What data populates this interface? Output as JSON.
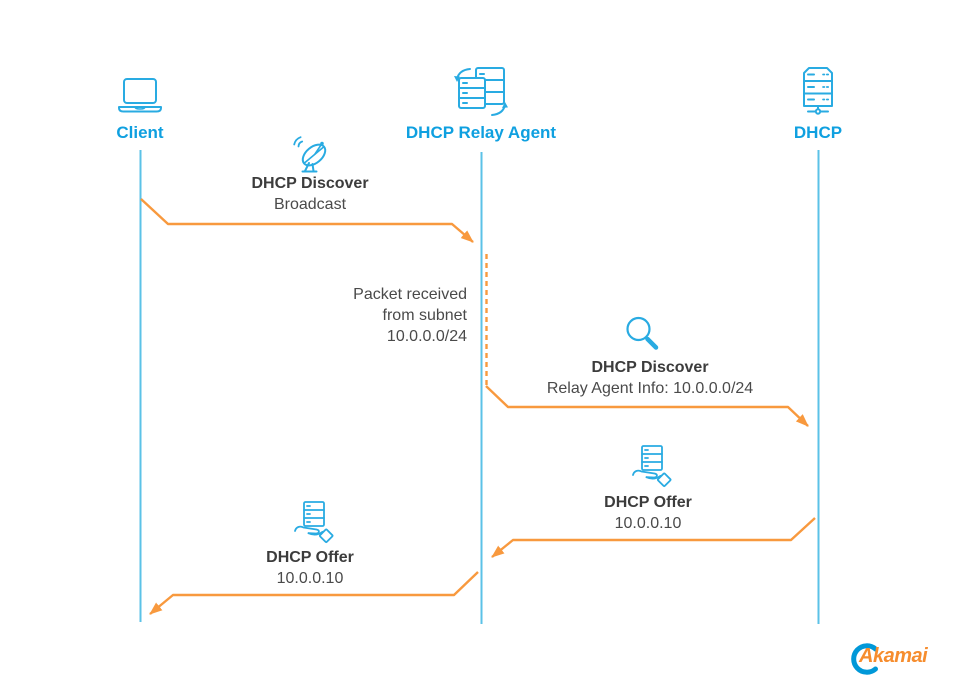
{
  "colors": {
    "accent_blue": "#0FA0E0",
    "lifeline_blue": "#5BC2E7",
    "icon_blue": "#29ABE2",
    "arrow_orange": "#F8993E",
    "text_dark": "#3C3C3C",
    "text_body": "#4A4A4A",
    "logo_orange": "#F68D2E",
    "logo_blue": "#0098D8"
  },
  "actors": [
    {
      "id": "client",
      "label": "Client",
      "icon": "laptop-icon"
    },
    {
      "id": "relay",
      "label": "DHCP Relay Agent",
      "icon": "relay-server-icon"
    },
    {
      "id": "dhcp",
      "label": "DHCP",
      "icon": "server-icon"
    }
  ],
  "messages": [
    {
      "id": "discover-broadcast",
      "title": "DHCP Discover",
      "subtitle": "Broadcast",
      "icon": "broadcast-dish-icon",
      "from": "client",
      "to": "relay"
    },
    {
      "id": "discover-relay",
      "title": "DHCP Discover",
      "subtitle": "Relay Agent Info: 10.0.0.0/24",
      "icon": "magnifier-icon",
      "from": "relay",
      "to": "dhcp"
    },
    {
      "id": "offer-to-relay",
      "title": "DHCP Offer",
      "subtitle": "10.0.0.10",
      "icon": "offer-hand-icon",
      "from": "dhcp",
      "to": "relay"
    },
    {
      "id": "offer-to-client",
      "title": "DHCP Offer",
      "subtitle": "10.0.0.10",
      "icon": "offer-hand-icon",
      "from": "relay",
      "to": "client"
    }
  ],
  "note": {
    "lines": [
      "Packet received",
      "from subnet",
      "10.0.0.0/24"
    ]
  },
  "logo": {
    "text": "Akamai"
  }
}
